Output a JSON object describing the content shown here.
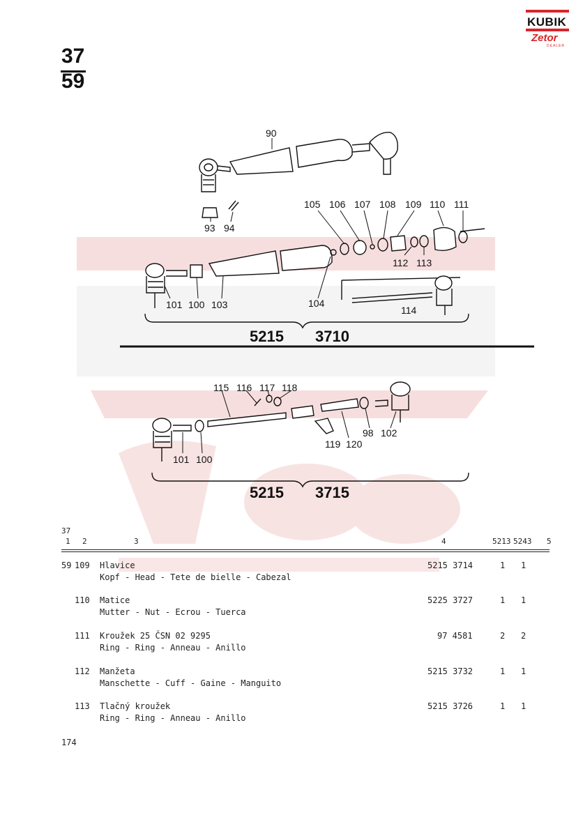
{
  "group": {
    "top": "37",
    "bottom": "59"
  },
  "logo": {
    "brand": "KUBIK",
    "sub": "Zetor",
    "tag": "DEALER"
  },
  "diagram": {
    "labels": {
      "l90": "90",
      "l93": "93",
      "l94": "94",
      "l105": "105",
      "l106": "106",
      "l107": "107",
      "l108": "108",
      "l109": "109",
      "l110": "110",
      "l111": "111",
      "l112": "112",
      "l113": "113",
      "l101a": "101",
      "l100a": "100",
      "l103": "103",
      "l104": "104",
      "l114": "114",
      "l115": "115",
      "l116": "116",
      "l117": "117",
      "l118": "118",
      "l98": "98",
      "l102": "102",
      "l119": "119",
      "l120": "120",
      "l101b": "101",
      "l100b": "100"
    },
    "assembly1": {
      "part_a": "5215",
      "part_b": "3710"
    },
    "assembly2": {
      "part_a": "5215",
      "part_b": "3715"
    }
  },
  "table": {
    "group_code": "37",
    "headers": {
      "c1": "1",
      "c2": "2",
      "c3": "3",
      "c4": "4",
      "c5": "5213",
      "c6": "5243",
      "c7": "5"
    },
    "rows": [
      {
        "pos": "59",
        "item": "109",
        "name": "Hlavice",
        "trans": "Kopf - Head - Tete de bielle - Cabezal",
        "part": "5215 3714",
        "q1": "1",
        "q2": "1"
      },
      {
        "pos": "",
        "item": "110",
        "name": "Matice",
        "trans": "Mutter - Nut - Ecrou - Tuerca",
        "part": "5225 3727",
        "q1": "1",
        "q2": "1"
      },
      {
        "pos": "",
        "item": "111",
        "name": "Kroužek 25 ČSN 02 9295",
        "trans": "Ring - Ring - Anneau - Anillo",
        "part": "97 4581",
        "q1": "2",
        "q2": "2"
      },
      {
        "pos": "",
        "item": "112",
        "name": "Manžeta",
        "trans": "Manschette - Cuff - Gaine - Manguito",
        "part": "5215 3732",
        "q1": "1",
        "q2": "1"
      },
      {
        "pos": "",
        "item": "113",
        "name": "Tlačný kroužek",
        "trans": "Ring - Ring - Anneau - Anillo",
        "part": "5215 3726",
        "q1": "1",
        "q2": "1"
      }
    ]
  },
  "page_number": "174",
  "colors": {
    "accent": "#d8262a",
    "watermark": "#f6d9d9"
  }
}
